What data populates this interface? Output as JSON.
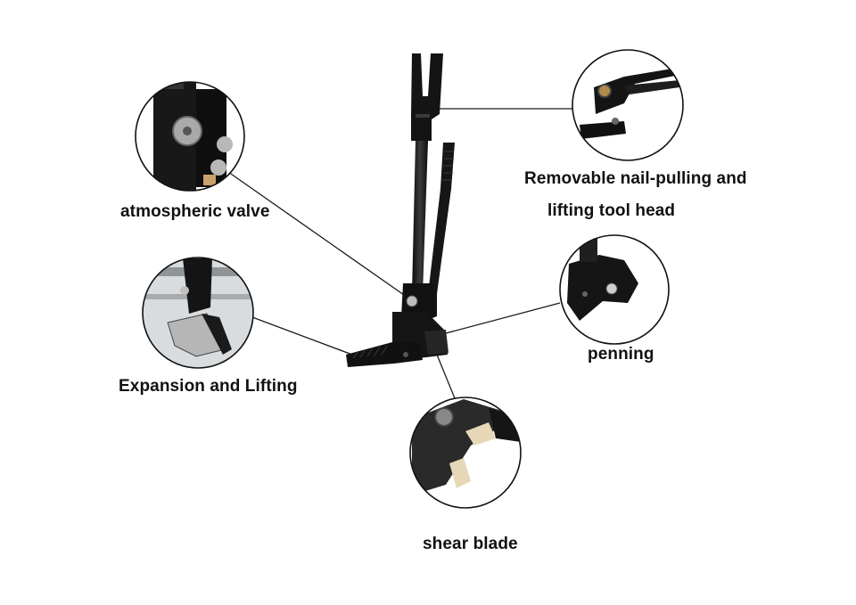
{
  "callouts": {
    "atmospheric_valve": "atmospheric valve",
    "nail_pulling_line1": "Removable nail-pulling and",
    "nail_pulling_line2": "lifting tool head",
    "penning": "penning",
    "expansion_lifting": "Expansion and Lifting",
    "shear_blade": "shear blade"
  },
  "colors": {
    "tool_body": "#141414",
    "tool_highlight": "#3a3a3a",
    "leader_line": "#1a1a1a",
    "label_text": "#111111",
    "background": "#ffffff"
  }
}
